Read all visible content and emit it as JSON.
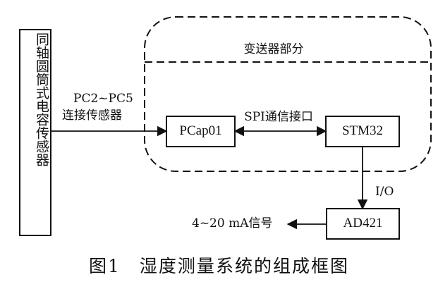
{
  "diagram": {
    "nodes": {
      "sensor": "同轴圆筒式电容传感器",
      "pcap": "PCap01",
      "stm": "STM32",
      "ad": "AD421"
    },
    "group_label": "变送器部分",
    "edges": {
      "sensor_to_pcap_top": "PC2~PC5",
      "sensor_to_pcap_bottom": "连接传感器",
      "pcap_stm": "SPI通信接口",
      "stm_ad": "I/O",
      "ad_out": "4~20 mA信号"
    },
    "caption": "图1　湿度测量系统的组成框图"
  }
}
